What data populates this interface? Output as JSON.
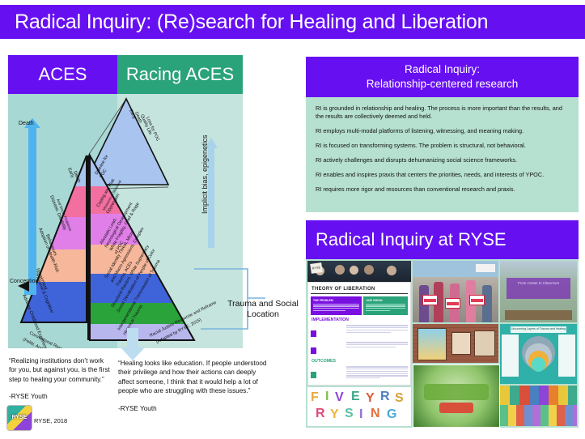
{
  "poster": {
    "title": "Radical Inquiry: (Re)search for Healing and Liberation",
    "accent_purple": "#6610f2",
    "accent_green": "#2aa37a",
    "panel_teal": "#a8d8d4",
    "panel_teal_light": "#c5e4dd",
    "body_mint": "#b6e0d0"
  },
  "left_panel": {
    "header_aces": "ACES",
    "header_racing_aces": "Racing ACES",
    "axis_top_label": "Death",
    "axis_bottom_label": "Conception",
    "vertical_label": "Implicit bias, epigenetics",
    "callout_label": "Trauma and Social Location",
    "aces_pyramid": {
      "source_note": "Conventional Research\n(Felitti, Anda, et al., CDC 1998)",
      "levels": [
        {
          "label": "Early Death",
          "color": "#a8c4ef"
        },
        {
          "label": "Disease, Disability And Social Problems",
          "color": "#f36fa0"
        },
        {
          "label": "Adoption of Health-Risk Behaviours",
          "color": "#e07fe8"
        },
        {
          "label": "Social Emotional & Cognitive Impairment",
          "color": "#f6b79b"
        },
        {
          "label": "Adverse Childhood Experiences",
          "color": "#3f63d8"
        }
      ]
    },
    "racing_aces_pyramid": {
      "source_note": "Racial Justice Response and Reframe\n(Adapted by RYSE, 2015)",
      "levels": [
        {
          "label": "Disease for POC",
          "color": "#a8c4ef"
        },
        {
          "label": "Coping and Risk Measures of Structural Oppression",
          "color": "#f36fa0"
        },
        {
          "label": "Allostatic Load, Neurological Development White Fragility, Grief & Rage of POC",
          "color": "#e07fe8"
        },
        {
          "label": "Social Identity Threat, Micro and Macro Agressions, Complex Trauma, ACEs",
          "color": "#f6b79b"
        },
        {
          "label": "Structural Racism, White Supremacy Social Devaluation of People of Color",
          "color": "#3f63d8"
        },
        {
          "label": "Intergenerational Transmission of Trauma Historical Trauma",
          "color": "#2aa33a"
        },
        {
          "label": "",
          "color": "#b7b7ee"
        }
      ]
    },
    "inset_triangle": {
      "label": "Early Death Quality Life Loss for POC",
      "color": "#a8c4ef"
    }
  },
  "quotes": [
    {
      "text": "“Realizing institutions don’t work for you, but against you, is the first step to healing your community.”",
      "attribution": "-RYSE Youth"
    },
    {
      "text": "“Healing looks like education. If people understood their privilege and how their actions can deeply affect someone, I think that it would help a lot of people who are struggling with these issues.”",
      "attribution": "-RYSE Youth"
    }
  ],
  "footer": {
    "logo_text": "RYSE",
    "caption": "RYSE, 2018"
  },
  "right_panel": {
    "ri_header_line1": "Radical Inquiry:",
    "ri_header_line2": "Relationship-centered research",
    "ri_points": [
      "RI is grounded in relationship and healing.  The process is more important than the results, and the results are collectively deemed and held.",
      "RI employs multi-modal platforms of listening, witnessing, and meaning making.",
      "RI is focused on transforming systems.  The problem is structural, not behavioral.",
      "RI actively challenges and disrupts dehumanizing social science frameworks.",
      "RI enables and inspires praxis that centers the priorities, needs, and interests of YPOC.",
      "RI requires more rigor and resources than conventional research and praxis."
    ],
    "ryse_header": "Radical Inquiry at RYSE",
    "collage": {
      "theory_of_liberation": {
        "title": "THEORY OF LIBERATION",
        "problem_label": "THE PROBLEM",
        "vision_label": "OUR VISION",
        "implementation_label": "IMPLEMENTATION",
        "outcomes_label": "OUTCOMES"
      },
      "concord_banner": "From Center to Claremont",
      "teal_diagram_title": "Uncovering Layers of Trauma and Healing",
      "fiveyears_text": "FIVE YEARS OF RYSING"
    }
  }
}
